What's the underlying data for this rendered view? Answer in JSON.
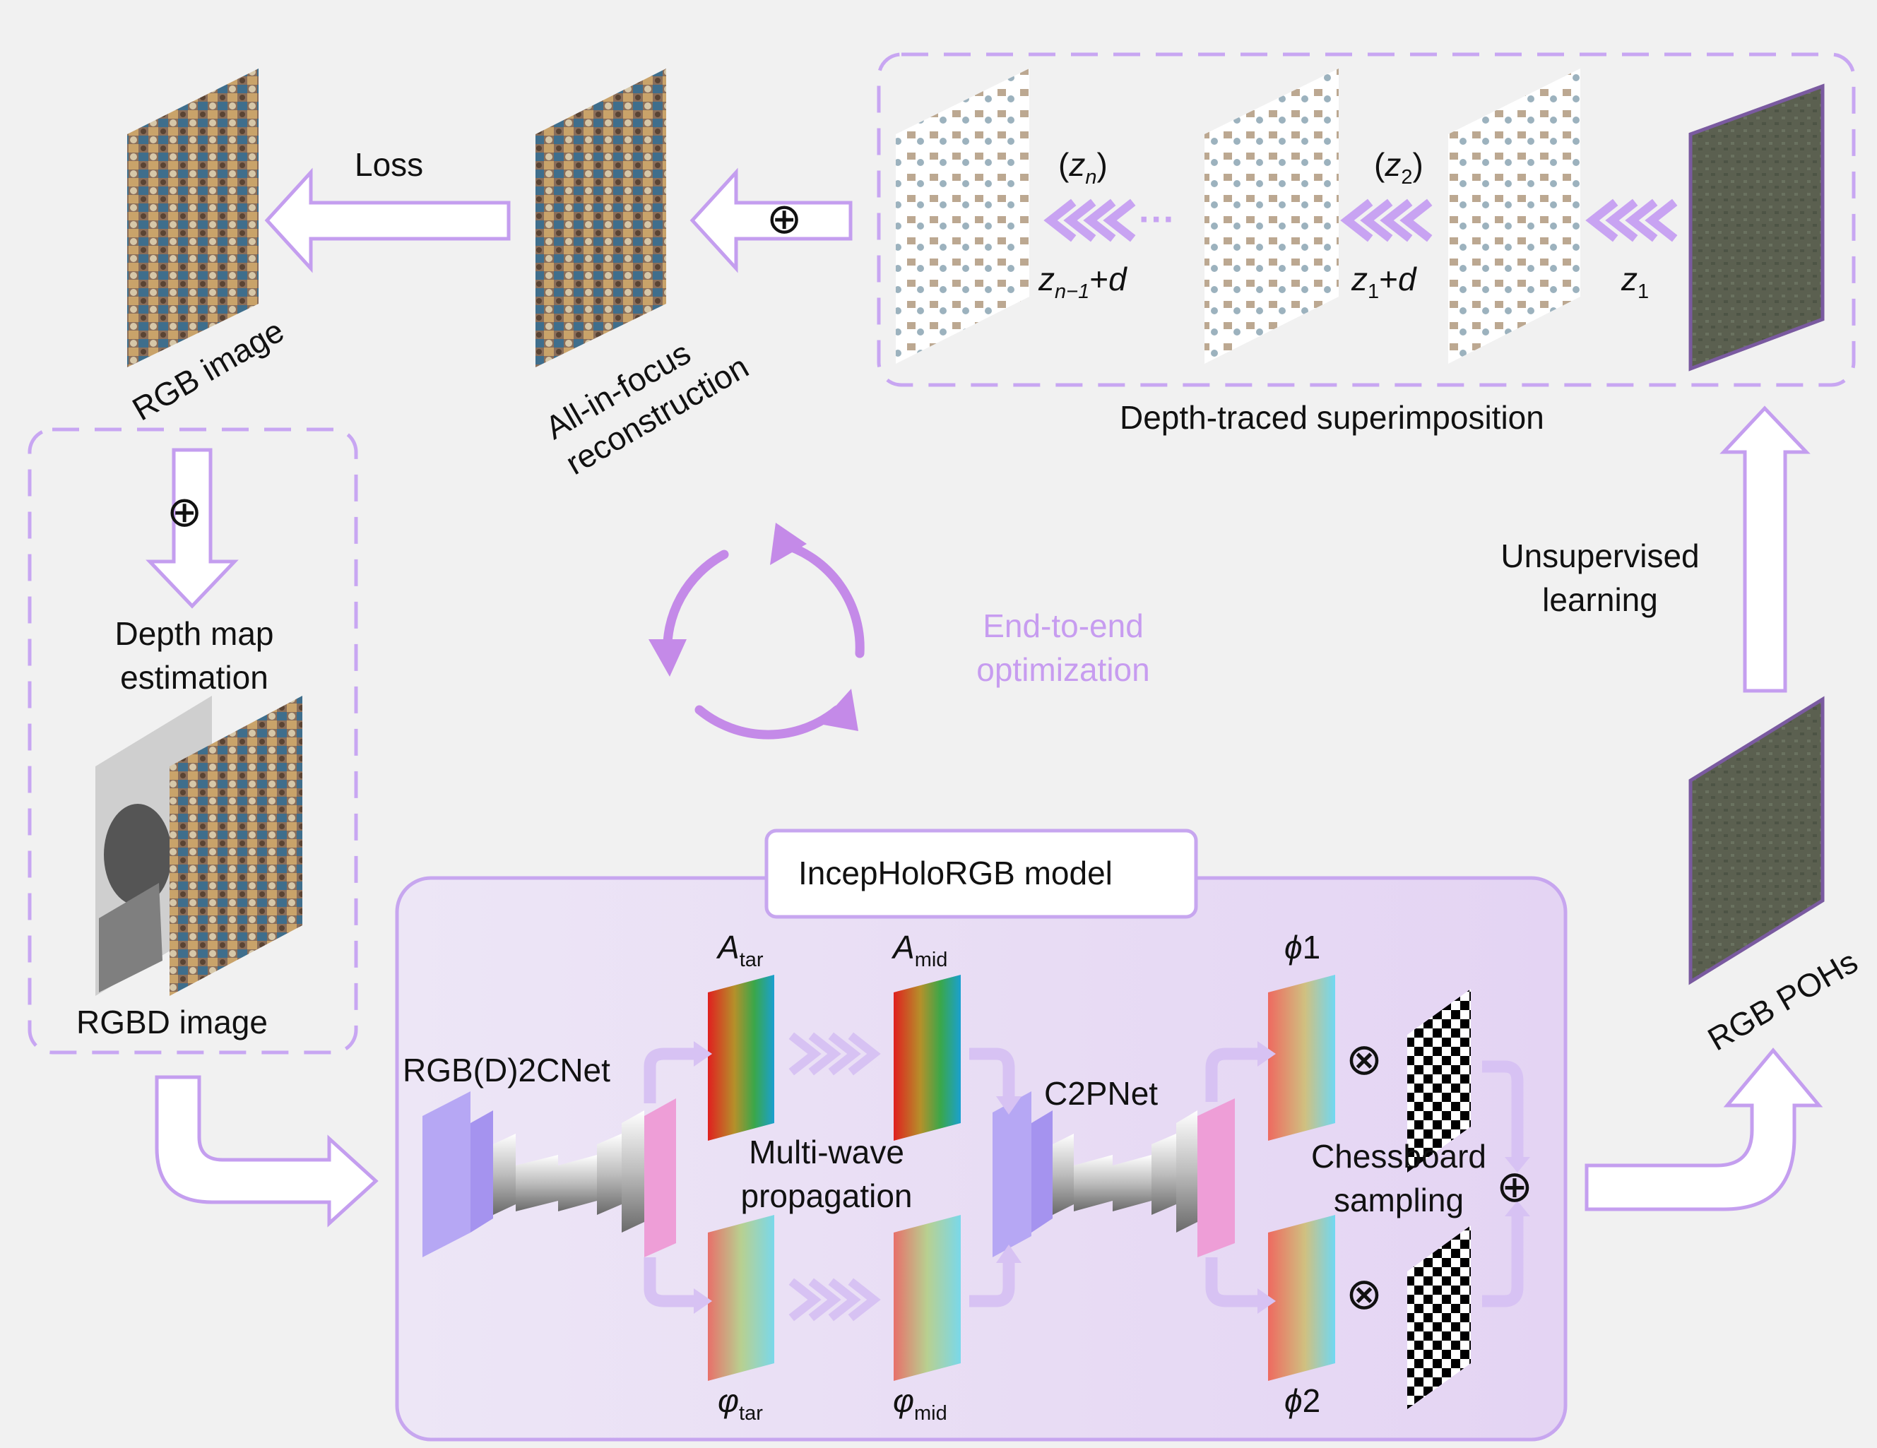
{
  "labels": {
    "loss": "Loss",
    "rgb_image": "RGB image",
    "aif_line1": "All-in-focus",
    "aif_line2": "reconstruction",
    "depth_traced": "Depth-traced superimposition",
    "zn_paren_open": "(",
    "zn_var": "z",
    "zn_sub": "n",
    "zn_paren_close": ")",
    "z2_paren_open": "(",
    "z2_var": "z",
    "z2_sub": "2",
    "z2_paren_close": ")",
    "dots": "···",
    "znm1_var": "z",
    "znm1_sub": "n−1",
    "znm1_tail": "+",
    "znm1_d": "d",
    "z1d_var": "z",
    "z1d_sub": "1",
    "z1d_tail": "+",
    "z1d_d": "d",
    "z1_var": "z",
    "z1_sub": "1",
    "unsup_line1": "Unsupervised",
    "unsup_line2": "learning",
    "e2e_line1": "End-to-end",
    "e2e_line2": "optimization",
    "depth_line1": "Depth map",
    "depth_line2": "estimation",
    "rgbd_image": "RGBD image",
    "model_title": "IncepHoloRGB model",
    "rgbd2cnet": "RGB(D)2CNet",
    "c2pnet": "C2PNet",
    "mwp_line1": "Multi-wave",
    "mwp_line2": "propagation",
    "atar_var": "A",
    "atar_sub": "tar",
    "amid_var": "A",
    "amid_sub": "mid",
    "phitar_var": "φ",
    "phitar_sub": "tar",
    "phimid_var": "φ",
    "phimid_sub": "mid",
    "phi1_var": "ϕ",
    "phi1_num": "1",
    "phi2_var": "ϕ",
    "phi2_num": "2",
    "chess_line1": "Chessboard",
    "chess_line2": "sampling",
    "rgb_pohs": "RGB POHs",
    "oplus_symbol": "⊕",
    "otimes_symbol": "⊗"
  },
  "colors": {
    "background": "#f1f1f1",
    "accent_purple": "#c9a7f0",
    "dashed_border": "#c8a6f2",
    "model_fill": "#eadff5",
    "e2e_text": "#c79cf0",
    "cycle_arrow": "#c48ae8",
    "poh_green": "#5d6152",
    "poh_frame": "#7a5aa0"
  }
}
